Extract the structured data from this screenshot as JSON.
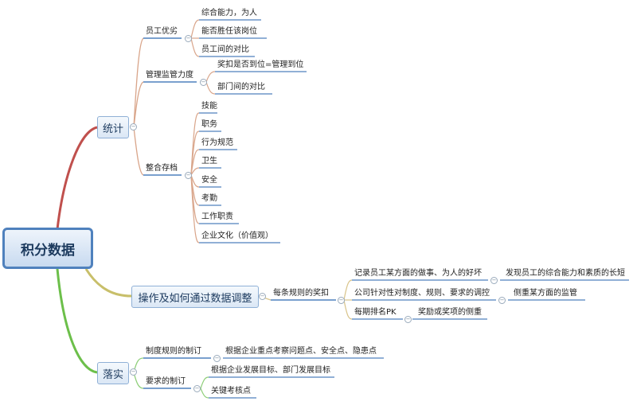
{
  "root": "积分数据",
  "branches": {
    "stats": {
      "label": "统计",
      "staff_adv": {
        "label": "员工优劣",
        "items": [
          "综合能力，为人",
          "能否胜任该岗位",
          "员工间的对比"
        ]
      },
      "mgmt": {
        "label": "管理监管力度",
        "items": [
          "奖扣是否到位=管理到位",
          "部门间的对比"
        ]
      },
      "archive": {
        "label": "整合存档",
        "items": [
          "技能",
          "职务",
          "行为规范",
          "卫生",
          "安全",
          "考勤",
          "工作职责",
          "企业文化（价值观）"
        ]
      }
    },
    "adjust": {
      "label": "操作及如何通过数据调整",
      "sub": "每条规则的奖扣",
      "items": [
        {
          "label": "记录员工某方面的做事、为人的好坏",
          "detail": "发现员工的综合能力和素质的长短"
        },
        {
          "label": "公司针对性对制度、规则、要求的调控",
          "detail": "侧重某方面的监管"
        },
        {
          "label": "每期排名PK",
          "detail": "奖励或奖项的侧重"
        }
      ]
    },
    "implement": {
      "label": "落实",
      "rules": {
        "label": "制度规则的制订",
        "detail": "根据企业重点考察问题点、安全点、隐患点"
      },
      "reqs": {
        "label": "要求的制订",
        "items": [
          "根据企业发展目标、部门发展目标",
          "关键考核点"
        ]
      }
    }
  },
  "colors": {
    "stats_branch": "#c0504d",
    "adjust_branch": "#b8b060",
    "implement_branch": "#6cbf4a",
    "underline": "#4f81bd",
    "subline": "#d9a58a"
  }
}
